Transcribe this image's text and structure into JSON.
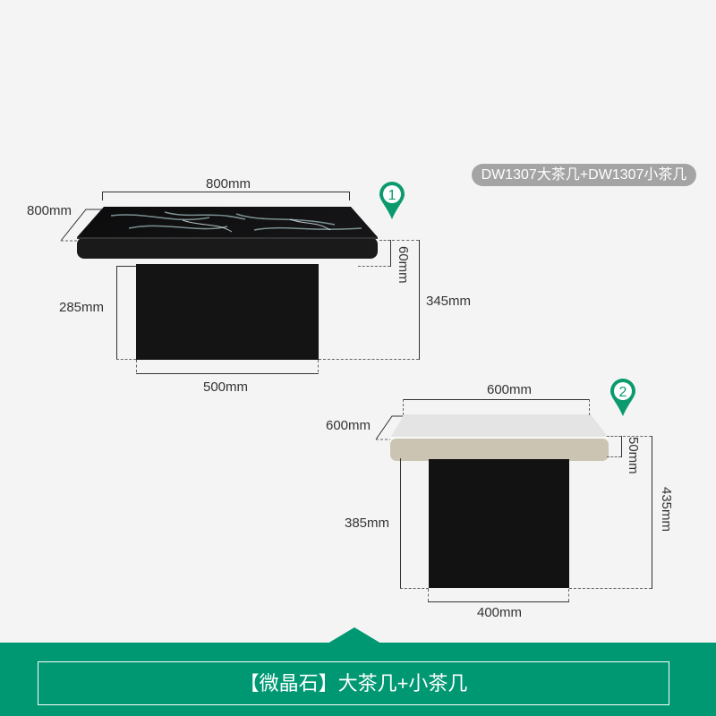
{
  "badge": {
    "text": "DW1307大茶几+DW1307小茶几"
  },
  "table1": {
    "pin_number": "1",
    "width_top": "800mm",
    "depth": "800mm",
    "top_thickness": "60mm",
    "base_height": "285mm",
    "total_height": "345mm",
    "base_width": "500mm",
    "top_color": "#0f0f10",
    "base_color": "#141414"
  },
  "table2": {
    "pin_number": "2",
    "width_top": "600mm",
    "depth": "600mm",
    "top_thickness": "50mm",
    "base_height": "385mm",
    "total_height": "435mm",
    "base_width": "400mm",
    "top_color": "#e6e6e6",
    "edge_color": "#cfc8b8",
    "base_color": "#121212"
  },
  "footer": {
    "title": "【微晶石】大茶几+小茶几"
  },
  "colors": {
    "accent": "#009873",
    "pin": "#0a9a6e",
    "badge_bg": "#a4a4a4"
  }
}
